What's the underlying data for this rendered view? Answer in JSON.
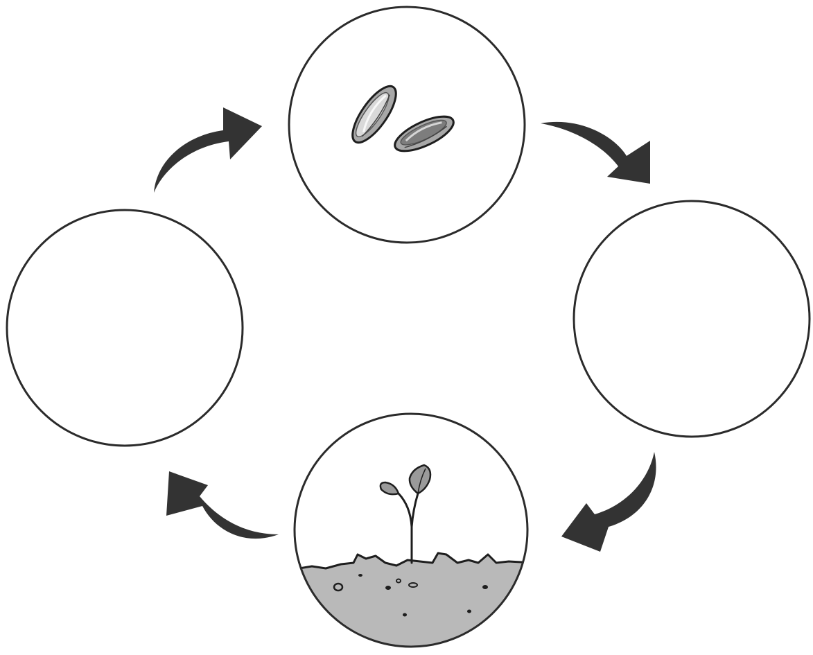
{
  "diagram": {
    "kind": "cycle",
    "stages": [
      {
        "id": "top",
        "content": "seeds-icon"
      },
      {
        "id": "right",
        "content": "empty"
      },
      {
        "id": "bottom",
        "content": "sprout-icon"
      },
      {
        "id": "left",
        "content": "empty"
      }
    ],
    "arrows": [
      {
        "from": "top",
        "to": "right",
        "direction": "clockwise"
      },
      {
        "from": "right",
        "to": "bottom",
        "direction": "clockwise"
      },
      {
        "from": "bottom",
        "to": "left",
        "direction": "clockwise"
      },
      {
        "from": "left",
        "to": "top",
        "direction": "clockwise"
      }
    ]
  },
  "colors": {
    "stroke": "#2b2b2b",
    "arrow": "#333333",
    "soil": "#b9b9b9",
    "seed_fill": "#a8a8a8",
    "leaf_fill": "#9a9a9a",
    "background": "#ffffff"
  }
}
